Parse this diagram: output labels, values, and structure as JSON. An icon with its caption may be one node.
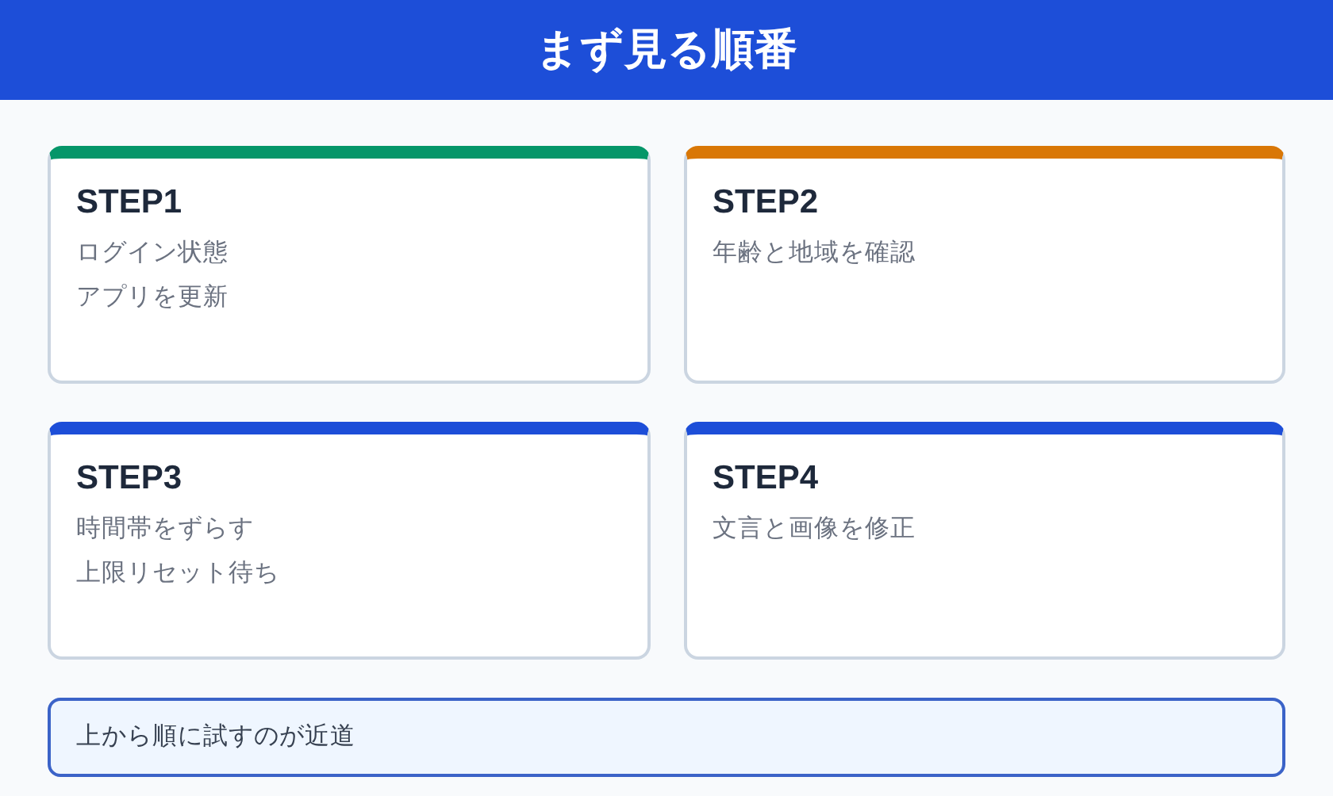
{
  "diagram": {
    "title": "まず見る順番",
    "nodes": [
      {
        "text": [
          "STEP1",
          "ログイン状態",
          "アプリを更新"
        ]
      },
      {
        "text": [
          "STEP2",
          "年齢と地域を確認"
        ]
      },
      {
        "text": [
          "STEP3",
          "時間帯をずらす",
          "上限リセット待ち"
        ]
      },
      {
        "text": [
          "STEP4",
          "文言と画像を修正"
        ]
      },
      {
        "text": [
          "上から順に試すのが近道"
        ]
      }
    ],
    "edges": []
  }
}
